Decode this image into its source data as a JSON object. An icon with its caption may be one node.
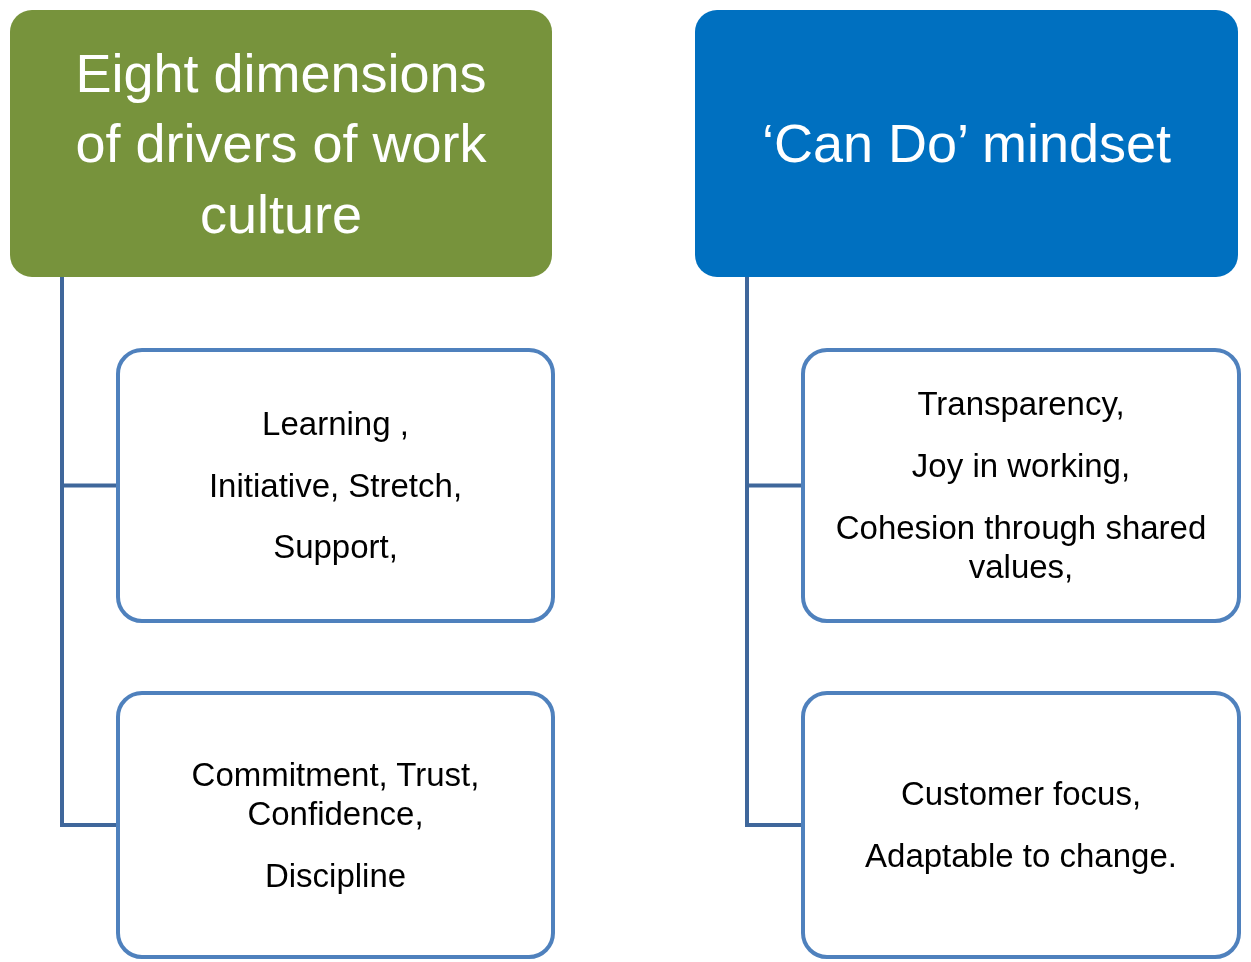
{
  "diagram": {
    "nodes": [
      {
        "text": [
          "Eight dimensions of drivers of work culture"
        ]
      },
      {
        "text": [
          "Learning ,",
          "Initiative, Stretch,",
          "Support,"
        ]
      },
      {
        "text": [
          "Commitment, Trust, Confidence,",
          "Discipline"
        ]
      },
      {
        "text": [
          "‘Can Do’ mindset"
        ]
      },
      {
        "text": [
          "Transparency,",
          "Joy in working,",
          "Cohesion through shared values,"
        ]
      },
      {
        "text": [
          "Customer focus,",
          "Adaptable to change."
        ]
      }
    ],
    "edges": [
      {
        "from": 0,
        "to": 1,
        "arrow": "none"
      },
      {
        "from": 0,
        "to": 2,
        "arrow": "none"
      },
      {
        "from": 3,
        "to": 4,
        "arrow": "none"
      },
      {
        "from": 3,
        "to": 5,
        "arrow": "none"
      }
    ]
  }
}
